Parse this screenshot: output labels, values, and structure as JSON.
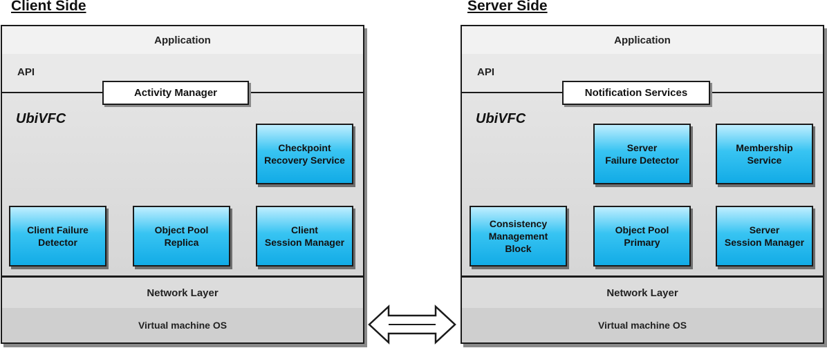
{
  "client": {
    "title": "Client Side",
    "application": "Application",
    "api": "API",
    "tab": "Activity Manager",
    "framework": "UbiVFC",
    "modules": {
      "checkpoint": "Checkpoint\nRecovery Service",
      "failure_detector": "Client Failure\nDetector",
      "object_pool": "Object Pool\nReplica",
      "session_manager": "Client\nSession Manager"
    },
    "network": "Network Layer",
    "os": "Virtual machine OS"
  },
  "server": {
    "title": "Server Side",
    "application": "Application",
    "api": "API",
    "tab": "Notification Services",
    "framework": "UbiVFC",
    "modules": {
      "failure_detector": "Server\nFailure Detector",
      "membership": "Membership\nService",
      "consistency": "Consistency\nManagement\nBlock",
      "object_pool": "Object Pool\nPrimary",
      "session_manager": "Server\nSession Manager"
    },
    "network": "Network Layer",
    "os": "Virtual machine OS"
  },
  "colors": {
    "module_fill": "#12abe6",
    "module_highlight": "#bfeeff",
    "border": "#1a1a1a",
    "shadow": "#8a8a8a"
  },
  "icons": {
    "connector": "double-headed-arrow-icon"
  }
}
